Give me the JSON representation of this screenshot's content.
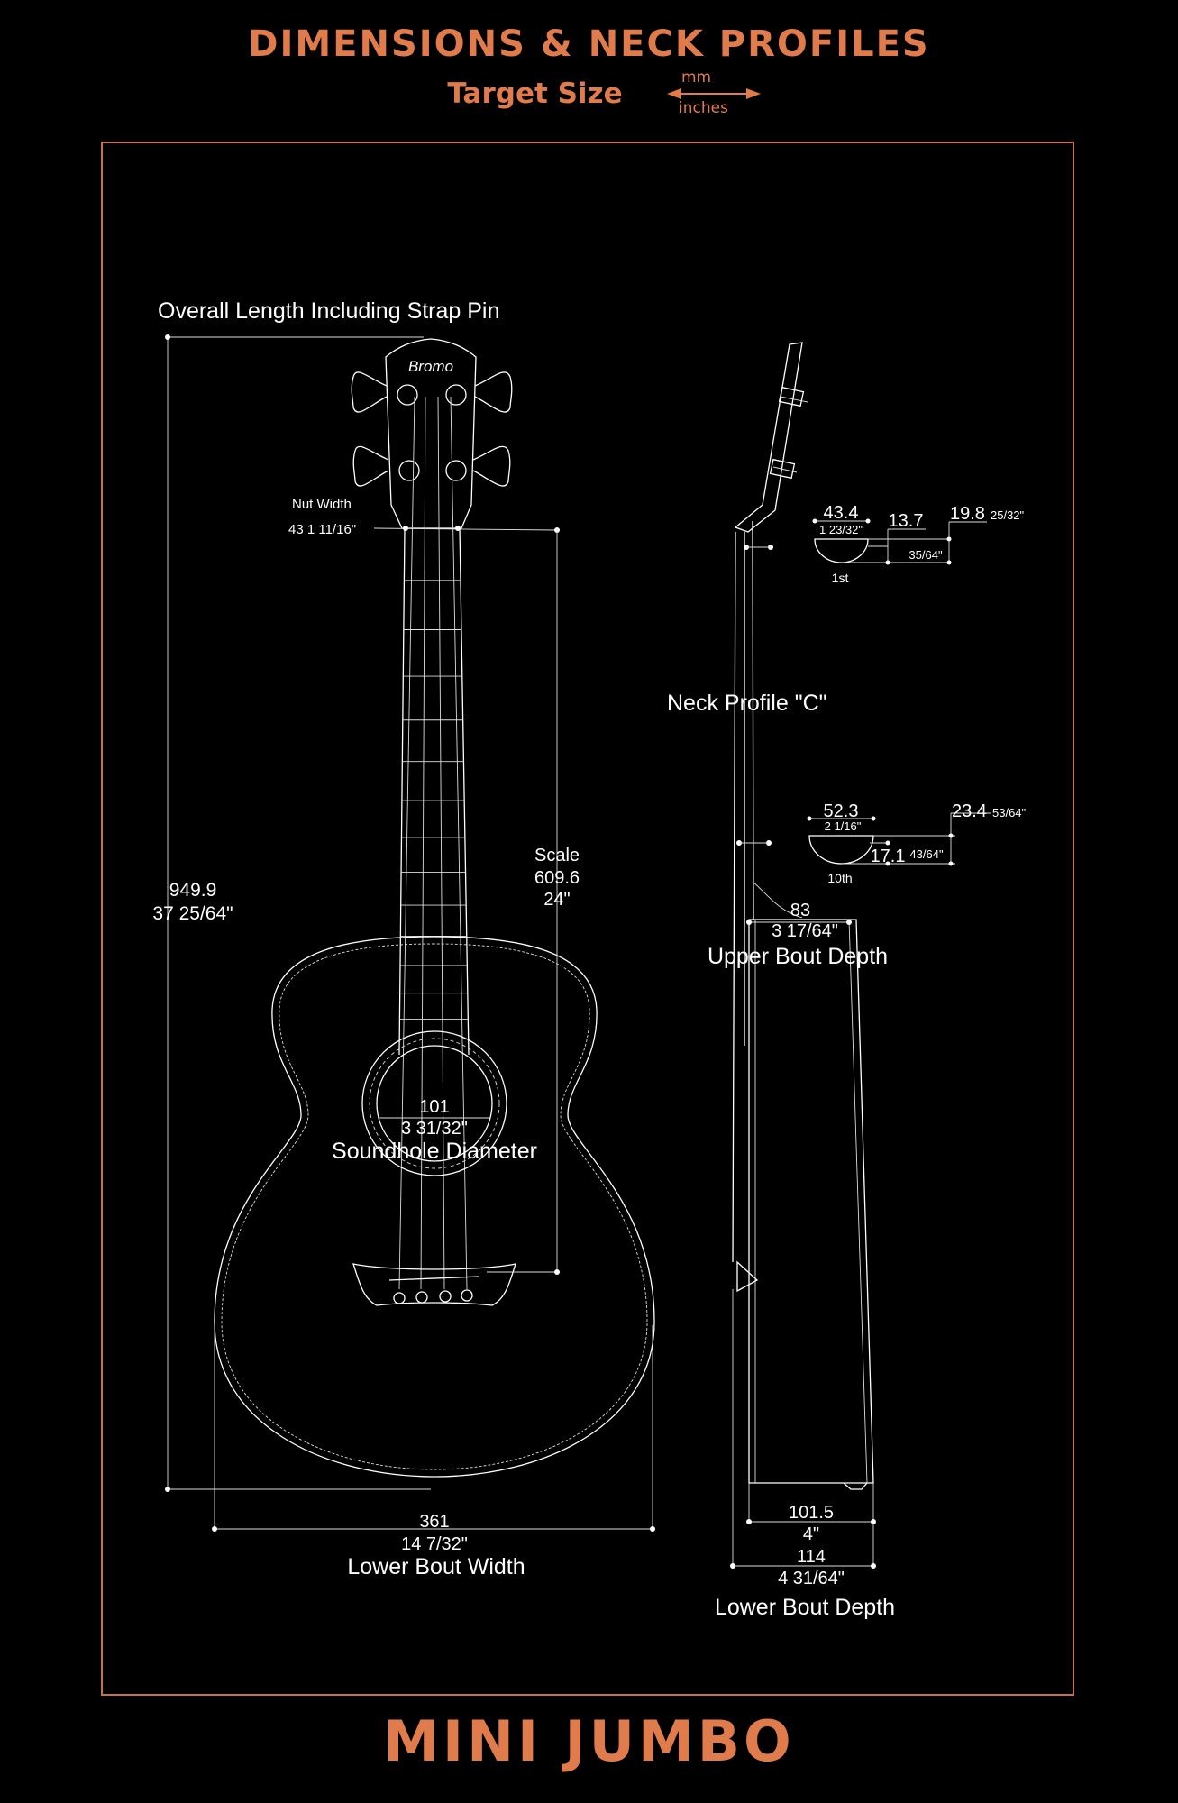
{
  "header": {
    "title": "DIMENSIONS & NECK PROFILES",
    "target_label": "Target Size",
    "unit_top": "mm",
    "unit_bottom": "inches"
  },
  "colors": {
    "accent": "#e07b4c",
    "background": "#000000",
    "lines": "#ffffff"
  },
  "front": {
    "brand_logo": "Bromo",
    "overall_length": {
      "label": "Overall Length Including Strap Pin",
      "mm": "949.9",
      "inches": "37 25/64\""
    },
    "nut_width": {
      "label": "Nut Width",
      "value": "43  1 11/16\""
    },
    "scale": {
      "label": "Scale",
      "mm": "609.6",
      "inches": "24\""
    },
    "soundhole": {
      "mm": "101",
      "inches": "3 31/32\"",
      "label": "Soundhole Diameter"
    },
    "lower_bout_width": {
      "mm": "361",
      "inches": "14 7/32\"",
      "label": "Lower Bout Width"
    }
  },
  "side": {
    "neck_profile_label": "Neck Profile \"C\"",
    "profile_1st": {
      "width_mm": "43.4",
      "width_in": "1 23/32\"",
      "thick_mm": "13.7",
      "thick_in": "35/64\"",
      "total_mm": "19.8",
      "total_in": "25/32\"",
      "fret": "1st"
    },
    "profile_10th": {
      "width_mm": "52.3",
      "width_in": "2 1/16\"",
      "thick_mm": "17.1",
      "thick_in": "43/64\"",
      "total_mm": "23.4",
      "total_in": "53/64\"",
      "fret": "10th"
    },
    "upper_bout_depth": {
      "mm": "83",
      "inches": "3 17/64\"",
      "label": "Upper Bout Depth"
    },
    "lower_bout_depth_inner": {
      "mm": "101.5",
      "inches": "4\""
    },
    "lower_bout_depth": {
      "mm": "114",
      "inches": "4 31/64\"",
      "label": "Lower Bout Depth"
    }
  },
  "footer": {
    "model": "MINI JUMBO"
  }
}
